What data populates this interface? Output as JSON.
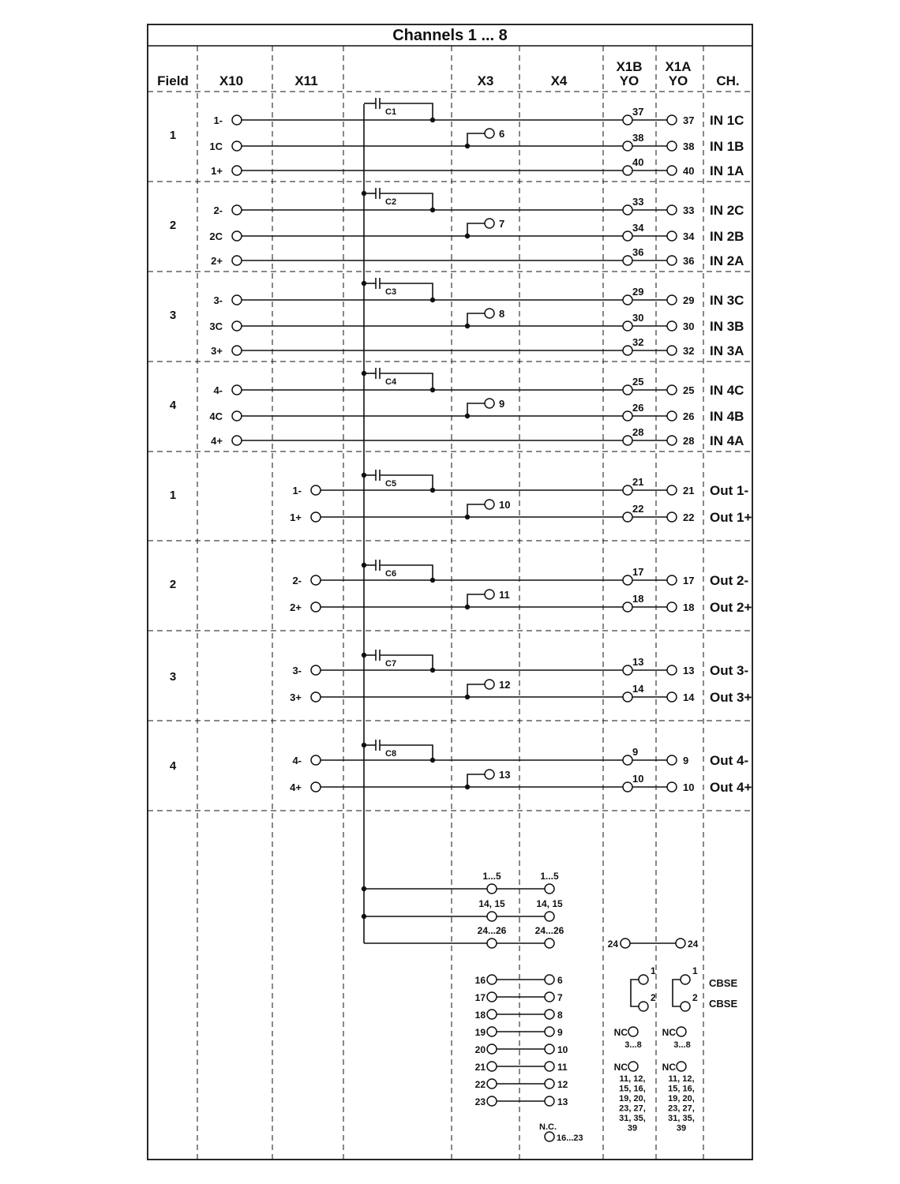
{
  "title": "Channels 1 ... 8",
  "columns": {
    "field": "Field",
    "x10": "X10",
    "x11": "X11",
    "x3": "X3",
    "x4": "X4",
    "x1b": [
      "X1B",
      "YO"
    ],
    "x1a": [
      "X1A",
      "YO"
    ],
    "ch": "CH."
  },
  "input_blocks": [
    {
      "field": "1",
      "capacitor": "C1",
      "x3_terminal": "6",
      "rows": [
        {
          "x10": "1-",
          "x1b": "37",
          "x1a": "37",
          "ch": "IN 1C"
        },
        {
          "x10": "1C",
          "x1b": "38",
          "x1a": "38",
          "ch": "IN 1B"
        },
        {
          "x10": "1+",
          "x1b": "40",
          "x1a": "40",
          "ch": "IN 1A"
        }
      ]
    },
    {
      "field": "2",
      "capacitor": "C2",
      "x3_terminal": "7",
      "rows": [
        {
          "x10": "2-",
          "x1b": "33",
          "x1a": "33",
          "ch": "IN 2C"
        },
        {
          "x10": "2C",
          "x1b": "34",
          "x1a": "34",
          "ch": "IN 2B"
        },
        {
          "x10": "2+",
          "x1b": "36",
          "x1a": "36",
          "ch": "IN 2A"
        }
      ]
    },
    {
      "field": "3",
      "capacitor": "C3",
      "x3_terminal": "8",
      "rows": [
        {
          "x10": "3-",
          "x1b": "29",
          "x1a": "29",
          "ch": "IN 3C"
        },
        {
          "x10": "3C",
          "x1b": "30",
          "x1a": "30",
          "ch": "IN 3B"
        },
        {
          "x10": "3+",
          "x1b": "32",
          "x1a": "32",
          "ch": "IN 3A"
        }
      ]
    },
    {
      "field": "4",
      "capacitor": "C4",
      "x3_terminal": "9",
      "rows": [
        {
          "x10": "4-",
          "x1b": "25",
          "x1a": "25",
          "ch": "IN 4C"
        },
        {
          "x10": "4C",
          "x1b": "26",
          "x1a": "26",
          "ch": "IN 4B"
        },
        {
          "x10": "4+",
          "x1b": "28",
          "x1a": "28",
          "ch": "IN 4A"
        }
      ]
    }
  ],
  "output_blocks": [
    {
      "field": "1",
      "capacitor": "C5",
      "x3_terminal": "10",
      "rows": [
        {
          "x11": "1-",
          "x1b": "21",
          "x1a": "21",
          "ch": "Out 1-"
        },
        {
          "x11": "1+",
          "x1b": "22",
          "x1a": "22",
          "ch": "Out 1+"
        }
      ]
    },
    {
      "field": "2",
      "capacitor": "C6",
      "x3_terminal": "11",
      "rows": [
        {
          "x11": "2-",
          "x1b": "17",
          "x1a": "17",
          "ch": "Out 2-"
        },
        {
          "x11": "2+",
          "x1b": "18",
          "x1a": "18",
          "ch": "Out 2+"
        }
      ]
    },
    {
      "field": "3",
      "capacitor": "C7",
      "x3_terminal": "12",
      "rows": [
        {
          "x11": "3-",
          "x1b": "13",
          "x1a": "13",
          "ch": "Out 3-"
        },
        {
          "x11": "3+",
          "x1b": "14",
          "x1a": "14",
          "ch": "Out 3+"
        }
      ]
    },
    {
      "field": "4",
      "capacitor": "C8",
      "x3_terminal": "13",
      "rows": [
        {
          "x11": "4-",
          "x1b": "9",
          "x1a": "9",
          "ch": "Out 4-"
        },
        {
          "x11": "4+",
          "x1b": "10",
          "x1a": "10",
          "ch": "Out 4+"
        }
      ]
    }
  ],
  "bus_groups": [
    {
      "x3": "1...5",
      "x4": "1...5"
    },
    {
      "x3": "14, 15",
      "x4": "14, 15"
    },
    {
      "x3": "24...26",
      "x4": "24...26"
    }
  ],
  "link_24": {
    "x1b": "24",
    "x1a": "24"
  },
  "cbse": {
    "pin_top": "1",
    "pin_bottom": "2",
    "labels": [
      "CBSE",
      "CBSE"
    ]
  },
  "x3_x4_links": [
    {
      "x3": "16",
      "x4": "6"
    },
    {
      "x3": "17",
      "x4": "7"
    },
    {
      "x3": "18",
      "x4": "8"
    },
    {
      "x3": "19",
      "x4": "9"
    },
    {
      "x3": "20",
      "x4": "10"
    },
    {
      "x3": "21",
      "x4": "11"
    },
    {
      "x3": "22",
      "x4": "12"
    },
    {
      "x3": "23",
      "x4": "13"
    }
  ],
  "nc": {
    "label": "NC",
    "x1_group1": "3...8",
    "x1_group2": [
      "11, 12,",
      "15, 16,",
      "19, 20,",
      "23, 27,",
      "31, 35,",
      "39"
    ],
    "x4_label": "N.C.",
    "x4_pins": "16...23"
  }
}
